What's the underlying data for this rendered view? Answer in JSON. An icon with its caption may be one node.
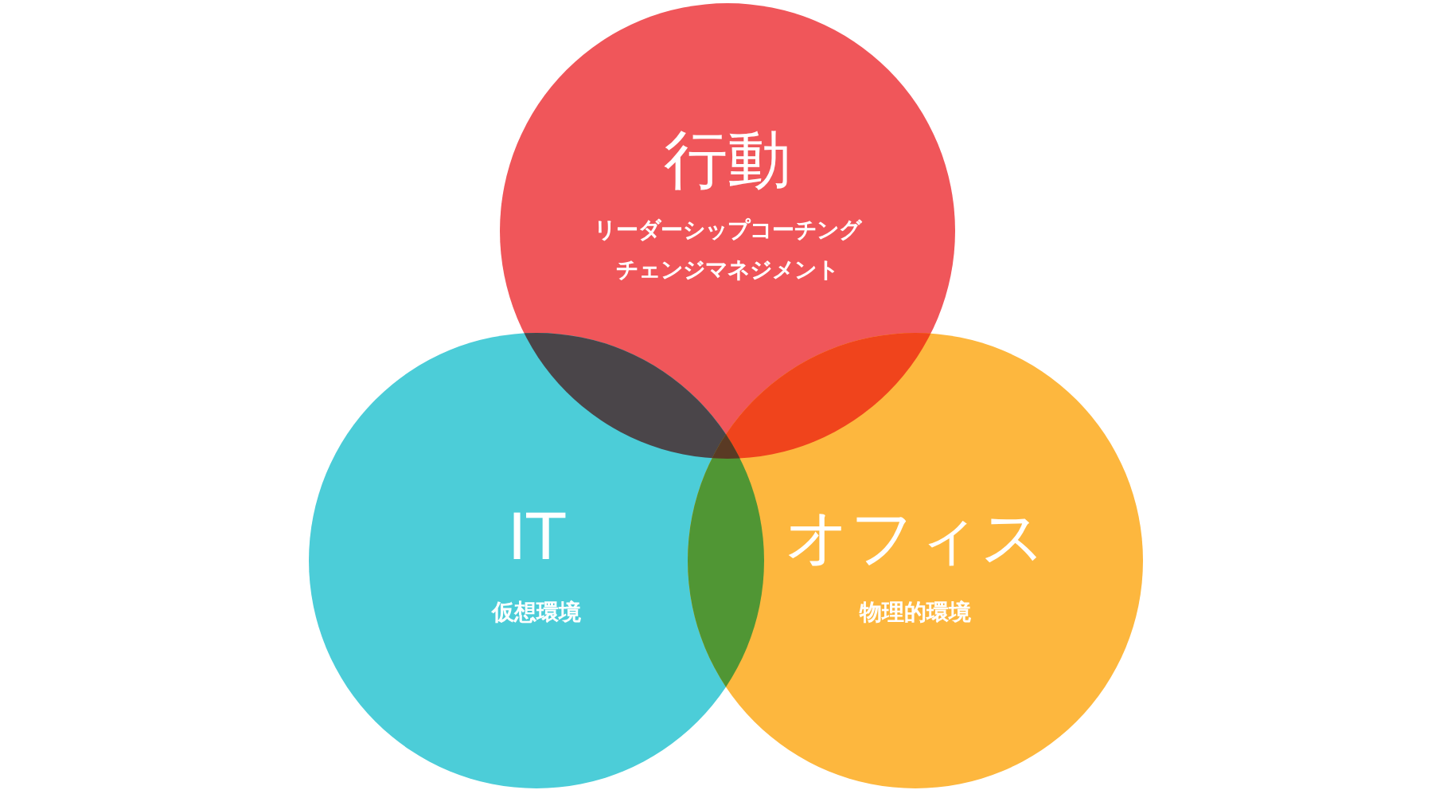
{
  "diagram": {
    "nodes": [
      {
        "text": [
          "行動",
          "リーダーシップコーチングチェンジマネジメント"
        ]
      },
      {
        "text": [
          "IT",
          "仮想環境"
        ]
      },
      {
        "text": [
          "オフィス",
          "物理的環境"
        ]
      }
    ]
  }
}
